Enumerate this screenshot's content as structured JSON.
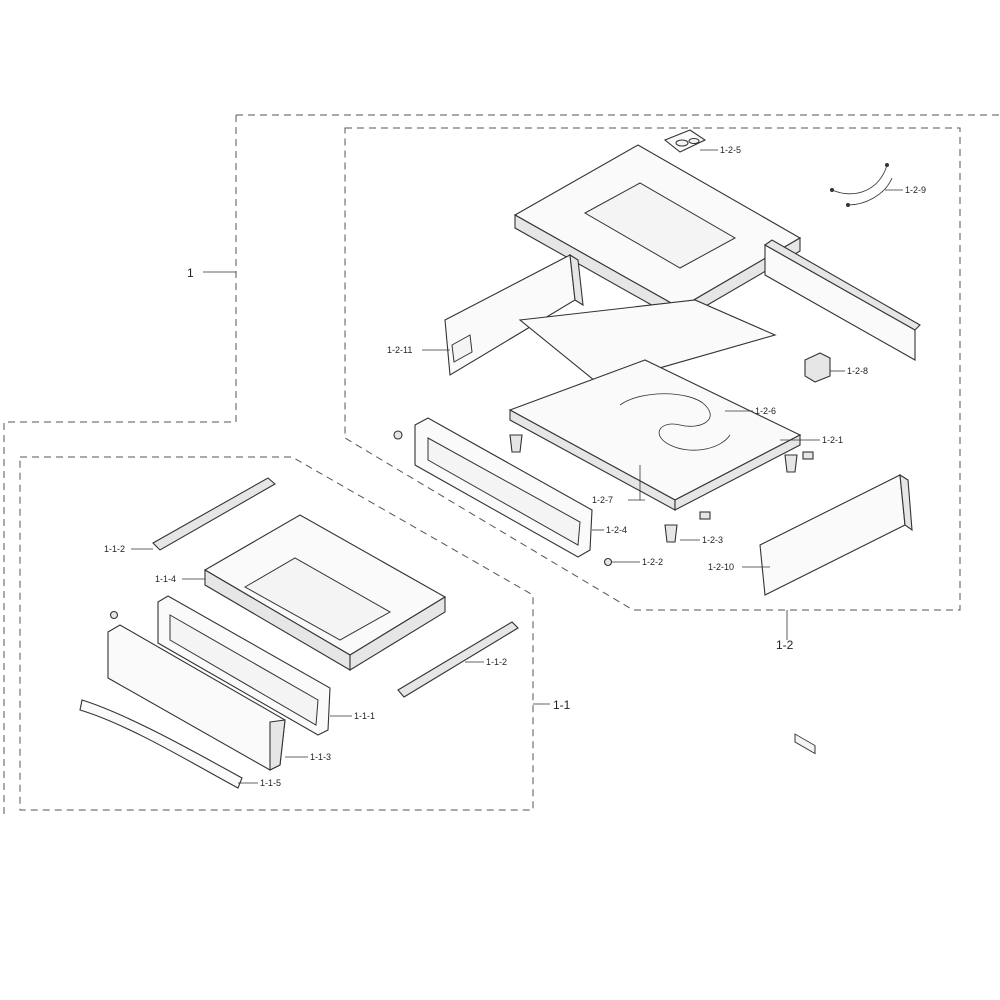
{
  "colors": {
    "line": "#333333",
    "background": "#ffffff"
  },
  "labels": {
    "assy_1": "1",
    "assy_1_1": "1-1",
    "assy_1_2": "1-2",
    "p_1_1_1": "1-1-1",
    "p_1_1_2_left": "1-1-2",
    "p_1_1_2_right": "1-1-2",
    "p_1_1_3": "1-1-3",
    "p_1_1_4": "1-1-4",
    "p_1_1_5": "1-1-5",
    "p_1_2_1": "1-2-1",
    "p_1_2_2": "1-2-2",
    "p_1_2_3": "1-2-3",
    "p_1_2_4": "1-2-4",
    "p_1_2_5": "1-2-5",
    "p_1_2_6": "1-2-6",
    "p_1_2_7": "1-2-7",
    "p_1_2_8": "1-2-8",
    "p_1_2_9": "1-2-9",
    "p_1_2_10": "1-2-10",
    "p_1_2_11": "1-2-11"
  }
}
